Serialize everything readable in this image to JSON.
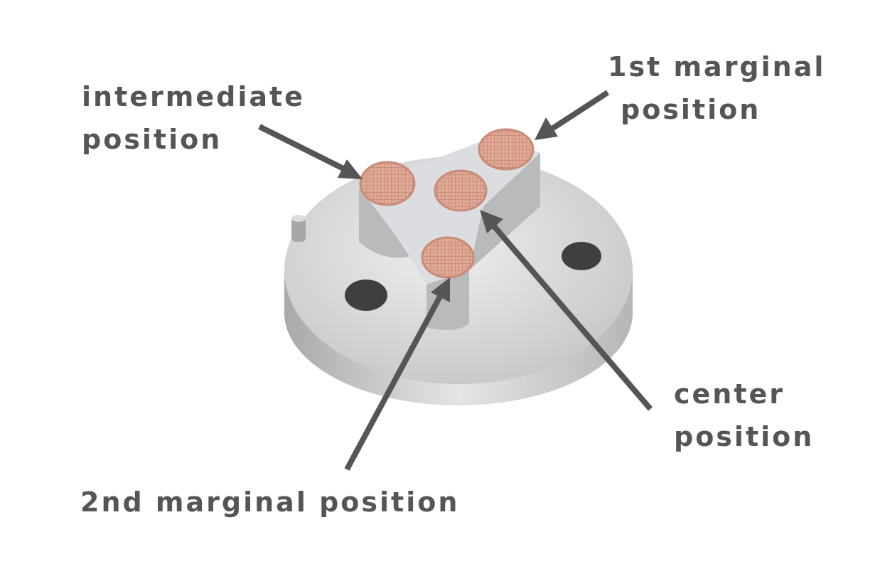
{
  "labels": {
    "intermediate_line1": "intermediate",
    "intermediate_line2": "position",
    "first_marginal_line1": "1st marginal",
    "first_marginal_line2": "position",
    "center_line1": "center",
    "center_line2": "position",
    "second_marginal": "2nd marginal position"
  },
  "colors": {
    "label": "#555555",
    "arrow": "#555555",
    "metal": "#c9cacc",
    "copper": "#d9a090"
  }
}
